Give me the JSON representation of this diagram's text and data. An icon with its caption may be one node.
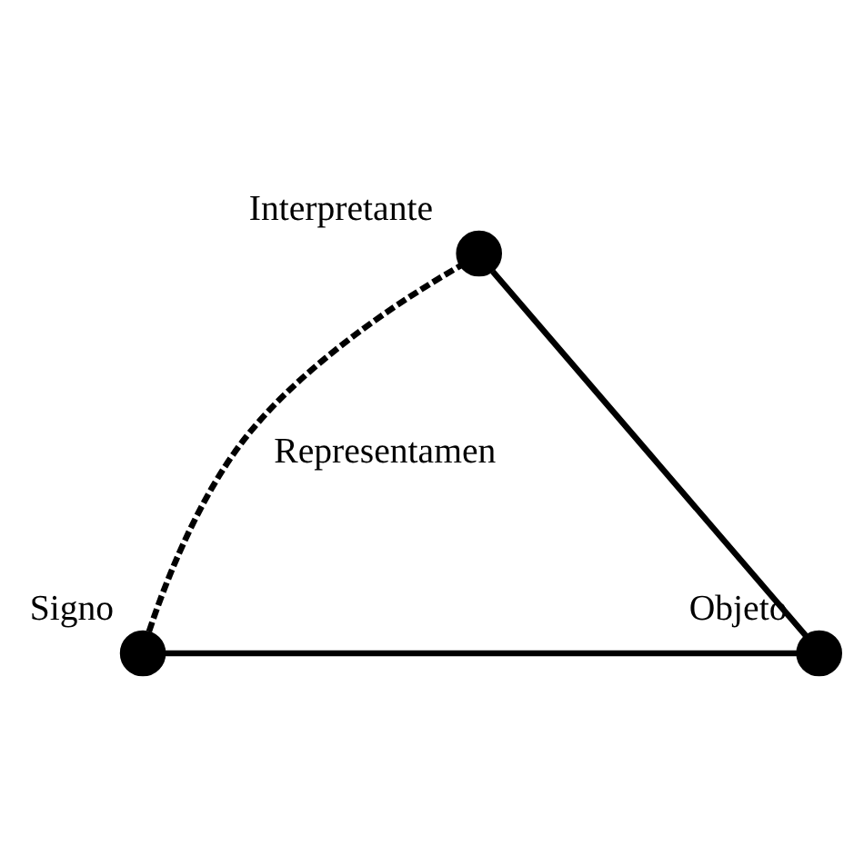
{
  "diagram": {
    "nodes": [
      {
        "text": [
          "Interpretante"
        ]
      },
      {
        "text": [
          "Signo"
        ]
      },
      {
        "text": [
          "Objeto"
        ]
      }
    ],
    "edges": [
      {
        "from": 1,
        "to": 0,
        "arrow": "none",
        "style": "dashed",
        "label": "Representamen"
      },
      {
        "from": 0,
        "to": 2,
        "arrow": "none"
      },
      {
        "from": 1,
        "to": 2,
        "arrow": "none"
      }
    ]
  }
}
